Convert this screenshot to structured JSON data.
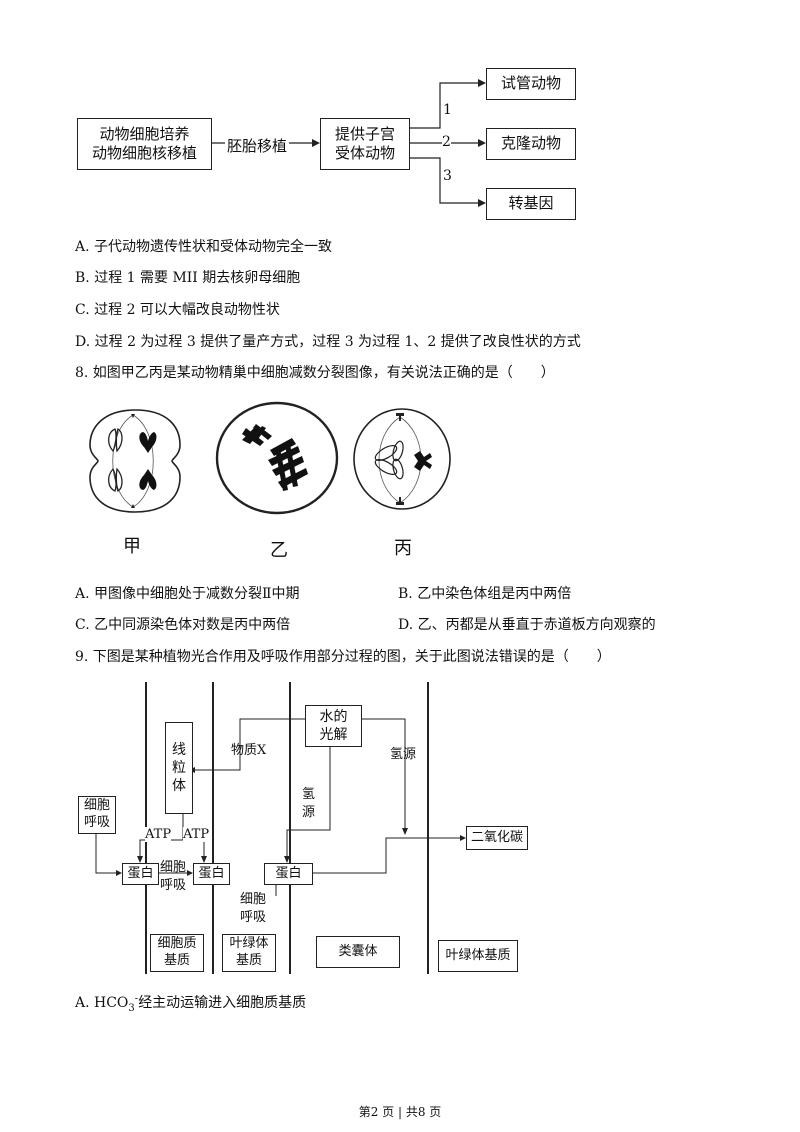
{
  "fig1": {
    "source_line1": "动物细胞培养",
    "source_line2": "动物细胞核移植",
    "mid_label": "胚胎移植",
    "receiver_line1": "提供子宫",
    "receiver_line2": "受体动物",
    "branch_nums": [
      "1",
      "2",
      "3"
    ],
    "outputs": [
      "试管动物",
      "克隆动物",
      "转基因"
    ]
  },
  "q7_options": [
    "A.  子代动物遗传性状和受体动物完全一致",
    "B.  过程 1 需要 MII 期去核卵母细胞",
    "C.  过程 2 可以大幅改良动物性状",
    "D.  过程 2 为过程 3 提供了量产方式，过程 3 为过程 1、2 提供了改良性状的方式"
  ],
  "q8": {
    "stem": "8.  如图甲乙丙是某动物精巢中细胞减数分裂图像，有关说法正确的是（　　）",
    "captions": [
      "甲",
      "乙",
      "丙"
    ],
    "options": [
      "A.  甲图像中细胞处于减数分裂Ⅱ中期",
      "B.  乙中染色体组是丙中两倍",
      "C.  乙中同源染色体对数是丙中两倍",
      "D.  乙、丙都是从垂直于赤道板方向观察的"
    ]
  },
  "q9": {
    "stem": "9.  下图是某种植物光合作用及呼吸作用部分过程的图，关于此图说法错误的是（　　）",
    "mito": [
      "线",
      "粒",
      "体"
    ],
    "water_line1": "水的",
    "water_line2": "光解",
    "substance_x": "物质X",
    "hydrogen_right": "氢源",
    "hydrogen_mid": [
      "氢",
      "源"
    ],
    "resp_left_line1": "细胞",
    "resp_left_line2": "呼吸",
    "atp_left": "ATP",
    "atp_right": "ATP",
    "resp_mid_line1": "细胞",
    "resp_mid_line2": "呼吸",
    "resp_low_line1": "细胞",
    "resp_low_line2": "呼吸",
    "protein": "蛋白",
    "co2": "二氧化碳",
    "region1_line1": "细胞质",
    "region1_line2": "基质",
    "region2_line1": "叶绿体",
    "region2_line2": "基质",
    "region3": "类囊体",
    "region4": "叶绿体基质",
    "option_a_pre": "A. HCO",
    "option_a_sub": "3",
    "option_a_sup": "-",
    "option_a_post": "经主动运输进入细胞质基质"
  },
  "footer": "第2 页  |  共8 页"
}
